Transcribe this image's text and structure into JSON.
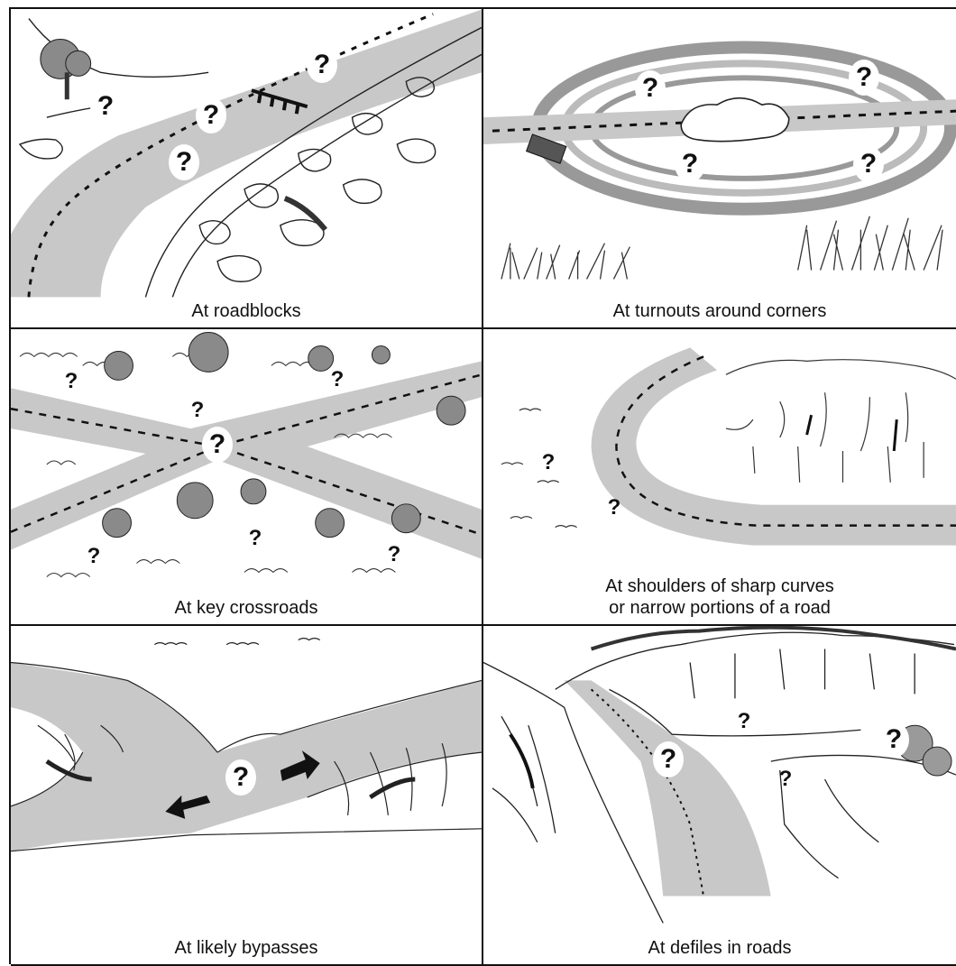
{
  "panels": [
    {
      "caption": "At roadblocks"
    },
    {
      "caption": "At turnouts around corners"
    },
    {
      "caption": "At key crossroads"
    },
    {
      "caption_line1": "At shoulders of sharp curves",
      "caption_line2": "or narrow portions of a road"
    },
    {
      "caption": "At likely bypasses"
    },
    {
      "caption": "At defiles in roads"
    }
  ],
  "marker": "?",
  "colors": {
    "road": "#c8c8c8",
    "line": "#111111",
    "vegetation": "#9a9a9a"
  }
}
